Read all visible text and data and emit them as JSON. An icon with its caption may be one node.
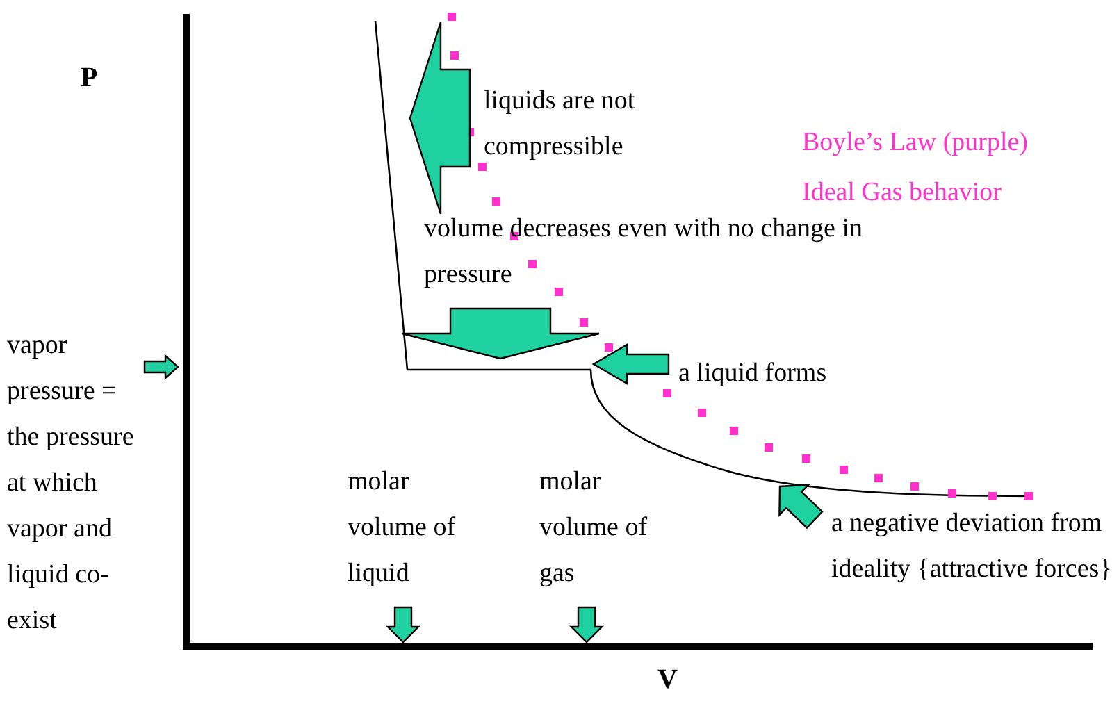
{
  "diagram": {
    "nodes": [
      {
        "text": [
          "liquids are not compressible"
        ]
      },
      {
        "text": [
          "volume decreases even with no change in pressure"
        ]
      },
      {
        "text": [
          "a liquid forms"
        ]
      },
      {
        "text": [
          "vapor pressure = the pressure at which vapor and liquid co-exist"
        ]
      },
      {
        "text": [
          "molar volume of liquid"
        ]
      },
      {
        "text": [
          "molar volume of gas"
        ]
      },
      {
        "text": [
          "a negative deviation from ideality {attractive forces}"
        ]
      }
    ],
    "edges": [
      {
        "from": 0,
        "to": null,
        "arrow": "to"
      },
      {
        "from": 1,
        "to": null,
        "arrow": "to"
      },
      {
        "from": 2,
        "to": null,
        "arrow": "to"
      },
      {
        "from": 3,
        "to": null,
        "arrow": "to"
      },
      {
        "from": 4,
        "to": null,
        "arrow": "to"
      },
      {
        "from": 5,
        "to": null,
        "arrow": "to"
      },
      {
        "from": 6,
        "to": null,
        "arrow": "to"
      }
    ],
    "labels": [
      "P",
      "Boyle’s Law (purple)",
      "Ideal Gas behavior",
      "V"
    ]
  }
}
